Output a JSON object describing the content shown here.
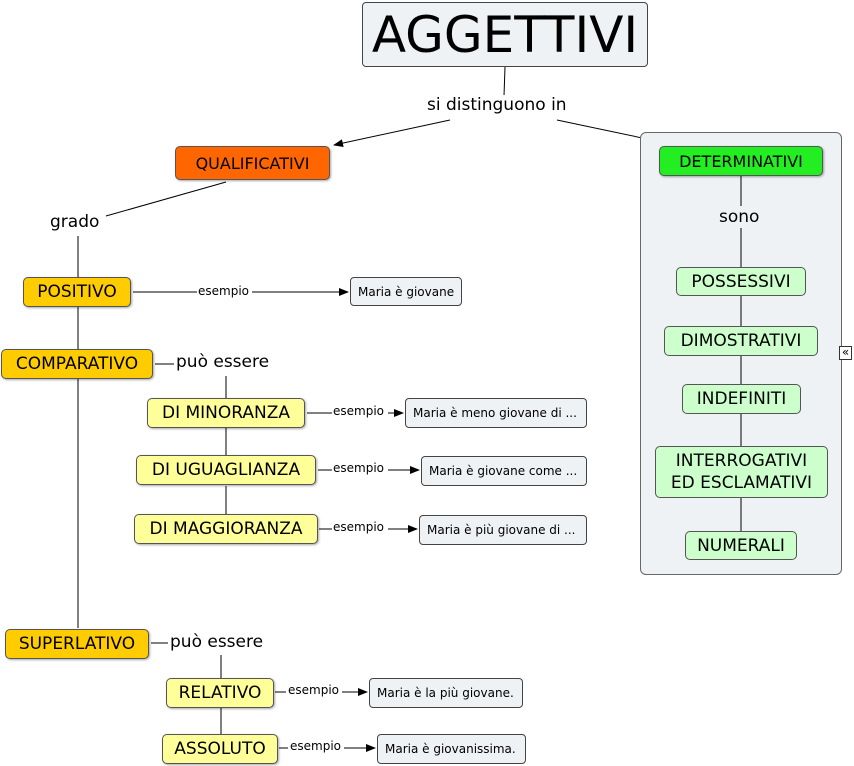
{
  "title": "AGGETTIVI",
  "link_main": "si distinguono in",
  "qualificativi": {
    "label": "QUALIFICATIVI",
    "link": "grado",
    "positivo": {
      "label": "POSITIVO",
      "link": "esempio",
      "example": "Maria è giovane"
    },
    "comparativo": {
      "label": "COMPARATIVO",
      "link": "può essere",
      "items": [
        {
          "label": "DI MINORANZA",
          "link": "esempio",
          "example": "Maria è meno giovane di ..."
        },
        {
          "label": "DI UGUAGLIANZA",
          "link": "esempio",
          "example": "Maria è giovane come ..."
        },
        {
          "label": "DI MAGGIORANZA",
          "link": "esempio",
          "example": "Maria è più giovane di ..."
        }
      ]
    },
    "superlativo": {
      "label": "SUPERLATIVO",
      "link": "può essere",
      "items": [
        {
          "label": "RELATIVO",
          "link": "esempio",
          "example": "Maria è la più giovane."
        },
        {
          "label": "ASSOLUTO",
          "link": "esempio",
          "example": "Maria è giovanissima."
        }
      ]
    }
  },
  "determinativi": {
    "label": "DETERMINATIVI",
    "link": "sono",
    "items": [
      "POSSESSIVI",
      "DIMOSTRATIVI",
      "INDEFINITI",
      "INTERROGATIVI",
      "ED ESCLAMATIVI",
      "NUMERALI"
    ]
  },
  "collapse_glyph": "«",
  "icons": {
    "collapse": "collapse-icon"
  }
}
